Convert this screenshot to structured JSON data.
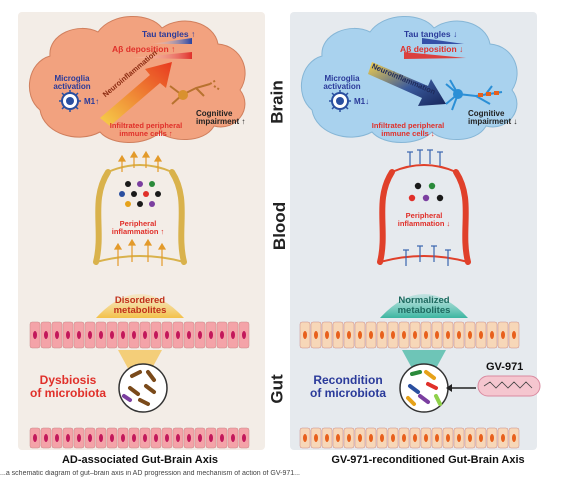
{
  "axis_labels": {
    "brain": "Brain",
    "blood": "Blood",
    "gut": "Gut"
  },
  "left_panel": {
    "caption": "AD-associated Gut-Brain Axis",
    "tau": "Tau tangles",
    "abeta": "Aβ deposition",
    "microglia": "Microglia\nactivation",
    "m1": "M1",
    "neuroinflammation": "Neuroinflammation",
    "infiltrated": "Infiltrated peripheral\nimmune cells",
    "cognitive": "Cognitive\nimpairment",
    "peripheral": "Peripheral\ninflammation",
    "metabolites": "Disordered\nmetabolites",
    "microbiota": "Dysbiosis\nof microbiota",
    "arrow_symbol": "↑"
  },
  "right_panel": {
    "caption": "GV-971-reconditioned Gut-Brain Axis",
    "tau": "Tau tangles",
    "abeta": "Aβ deposition",
    "microglia": "Microglia\nactivation",
    "m1": "M1",
    "neuroinflammation": "Neuroinflammation",
    "infiltrated": "Infiltrated peripheral\nimmune cells",
    "cognitive": "Cognitive\nimpairment",
    "peripheral": "Peripheral\ninflammation",
    "metabolites": "Normalized\nmetabolites",
    "microbiota": "Recondition\nof microbiota",
    "drug": "GV-971",
    "arrow_symbol": "↓"
  },
  "colors": {
    "brain_left": "#f2a27f",
    "brain_right": "#a9d2ee",
    "vessel_left": "#d9b24c",
    "vessel_right": "#e0402a",
    "gut_cell": "#f4a3a8",
    "gut_nucleus": "#c2185b",
    "gut_cell_right": "#f7d7b8",
    "gut_nucleus_right": "#e8601c",
    "red_text": "#e0302a",
    "blue_text": "#2a3a9a"
  },
  "footer_text": "...a schematic diagram of gut–brain axis in AD progression and mechanism of action of GV-971..."
}
